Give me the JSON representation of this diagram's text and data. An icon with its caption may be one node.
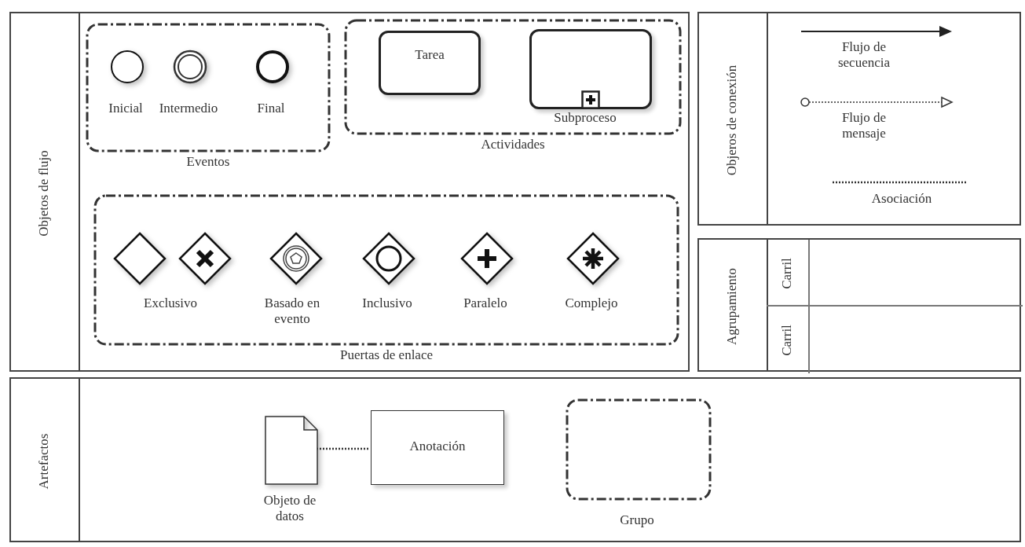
{
  "diagram": {
    "nodes": [
      {
        "text": [
          "Objetos de flujo"
        ]
      },
      {
        "text": [
          "Eventos"
        ],
        "in": 0
      },
      {
        "text": [],
        "shape": "circle",
        "beside": [
          "Inicial"
        ],
        "in": 1
      },
      {
        "text": [],
        "shape": "circle",
        "beside": [
          "Intermedio"
        ],
        "in": 1
      },
      {
        "text": [],
        "shape": "circle",
        "beside": [
          "Final"
        ],
        "in": 1
      },
      {
        "text": [
          "Actividades"
        ],
        "in": 0
      },
      {
        "text": [
          "Tarea"
        ],
        "in": 5
      },
      {
        "text": [],
        "shape": "box",
        "beside": [
          "Subproceso"
        ],
        "in": 5
      },
      {
        "text": [
          "Puertas de enlace"
        ],
        "in": 0
      },
      {
        "text": [],
        "shape": "diamond",
        "beside": [
          "Exclusivo"
        ],
        "in": 8
      },
      {
        "text": [],
        "shape": "diamond",
        "in": 8
      },
      {
        "text": [],
        "shape": "diamond",
        "beside": [
          "Basado en evento"
        ],
        "in": 8
      },
      {
        "text": [],
        "shape": "diamond",
        "beside": [
          "Inclusivo"
        ],
        "in": 8
      },
      {
        "text": [],
        "shape": "diamond",
        "beside": [
          "Paralelo"
        ],
        "in": 8
      },
      {
        "text": [],
        "shape": "diamond",
        "beside": [
          "Complejo"
        ],
        "in": 8
      },
      {
        "text": [
          "Objeros de conexión"
        ]
      },
      {
        "text": [
          "Agrupamiento"
        ]
      },
      {
        "text": [
          "Carril"
        ],
        "in": 16
      },
      {
        "text": [
          "Carril"
        ],
        "in": 16
      },
      {
        "text": [
          "Artefactos"
        ]
      },
      {
        "text": [],
        "shape": "document",
        "beside": [
          "Objeto de datos"
        ],
        "in": 19
      },
      {
        "text": [
          "Anotación"
        ],
        "in": 19
      },
      {
        "text": [],
        "shape": "box",
        "beside": [
          "Grupo"
        ],
        "in": 19
      }
    ],
    "edges": [
      {
        "from": 20,
        "to": 21,
        "arrow": "none",
        "style": "dashed"
      }
    ],
    "labels": [
      "Flujo de secuencia",
      "Flujo de mensaje",
      "Asociación"
    ]
  }
}
